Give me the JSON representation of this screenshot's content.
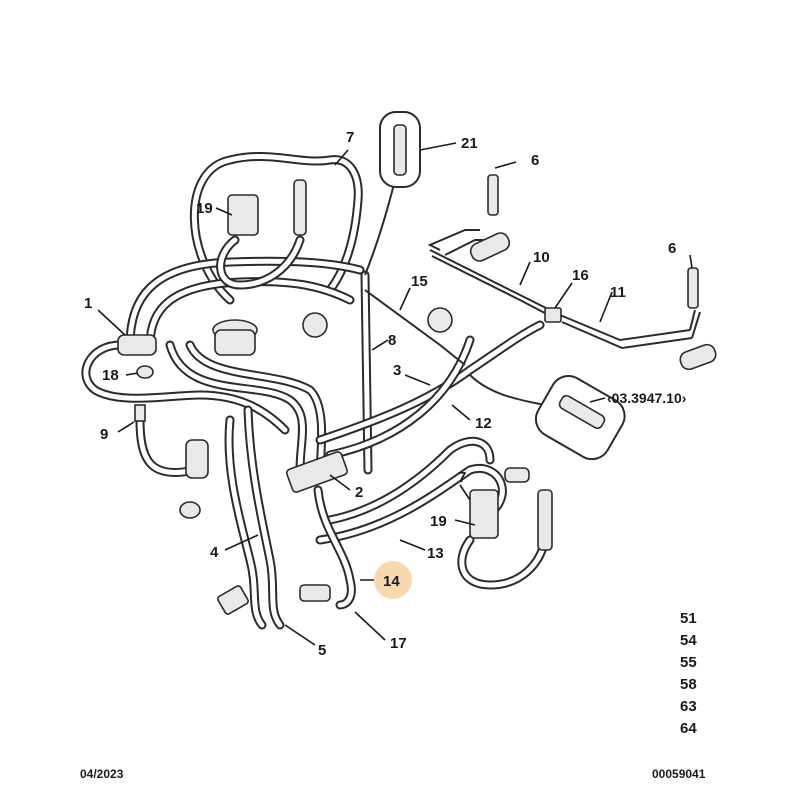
{
  "callouts": [
    {
      "id": "c1",
      "label": "1"
    },
    {
      "id": "c2",
      "label": "2"
    },
    {
      "id": "c3",
      "label": "3"
    },
    {
      "id": "c4",
      "label": "4"
    },
    {
      "id": "c5",
      "label": "5"
    },
    {
      "id": "c6a",
      "label": "6"
    },
    {
      "id": "c6b",
      "label": "6"
    },
    {
      "id": "c7a",
      "label": "7"
    },
    {
      "id": "c7b",
      "label": "7"
    },
    {
      "id": "c8",
      "label": "8"
    },
    {
      "id": "c9",
      "label": "9"
    },
    {
      "id": "c10",
      "label": "10"
    },
    {
      "id": "c11",
      "label": "11"
    },
    {
      "id": "c12",
      "label": "12"
    },
    {
      "id": "c13",
      "label": "13"
    },
    {
      "id": "c14",
      "label": "14"
    },
    {
      "id": "c15",
      "label": "15"
    },
    {
      "id": "c16",
      "label": "16"
    },
    {
      "id": "c17",
      "label": "17"
    },
    {
      "id": "c18",
      "label": "18"
    },
    {
      "id": "c19a",
      "label": "19"
    },
    {
      "id": "c19b",
      "label": "19"
    },
    {
      "id": "c21",
      "label": "21"
    }
  ],
  "highlight": {
    "label": "14",
    "color": "#f7d9b0"
  },
  "reference_code": " 03.3947.10 ",
  "reference_code_text": "03.3947.10",
  "part_numbers": [
    "51",
    "54",
    "55",
    "58",
    "63",
    "64"
  ],
  "footer": {
    "date": "04/2023",
    "doc_number": "00059041"
  },
  "colors": {
    "line": "#2b2b2b",
    "text": "#1a1a1a",
    "highlight": "#f7d9b0"
  }
}
